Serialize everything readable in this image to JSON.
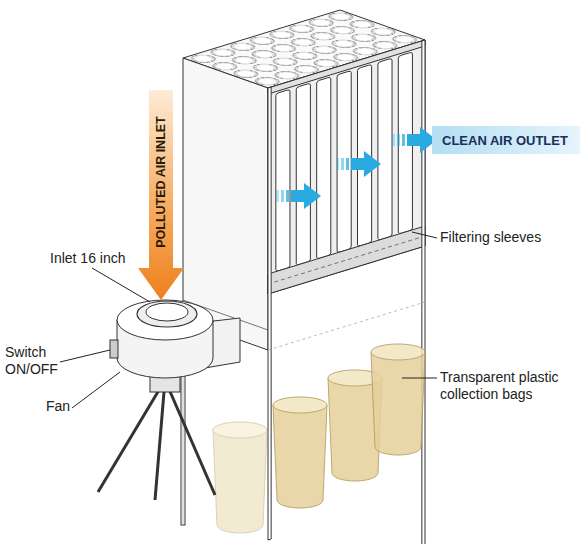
{
  "diagram": {
    "nodes": [
      {
        "text": [
          "POLLUTED AIR INLET"
        ]
      },
      {
        "text": [
          "CLEAN AIR OUTLET"
        ]
      }
    ],
    "labels": [
      "Inlet 16 inch",
      "Switch ON/OFF",
      "Fan",
      "Filtering sleeves",
      "Transparent plastic collection bags"
    ]
  }
}
